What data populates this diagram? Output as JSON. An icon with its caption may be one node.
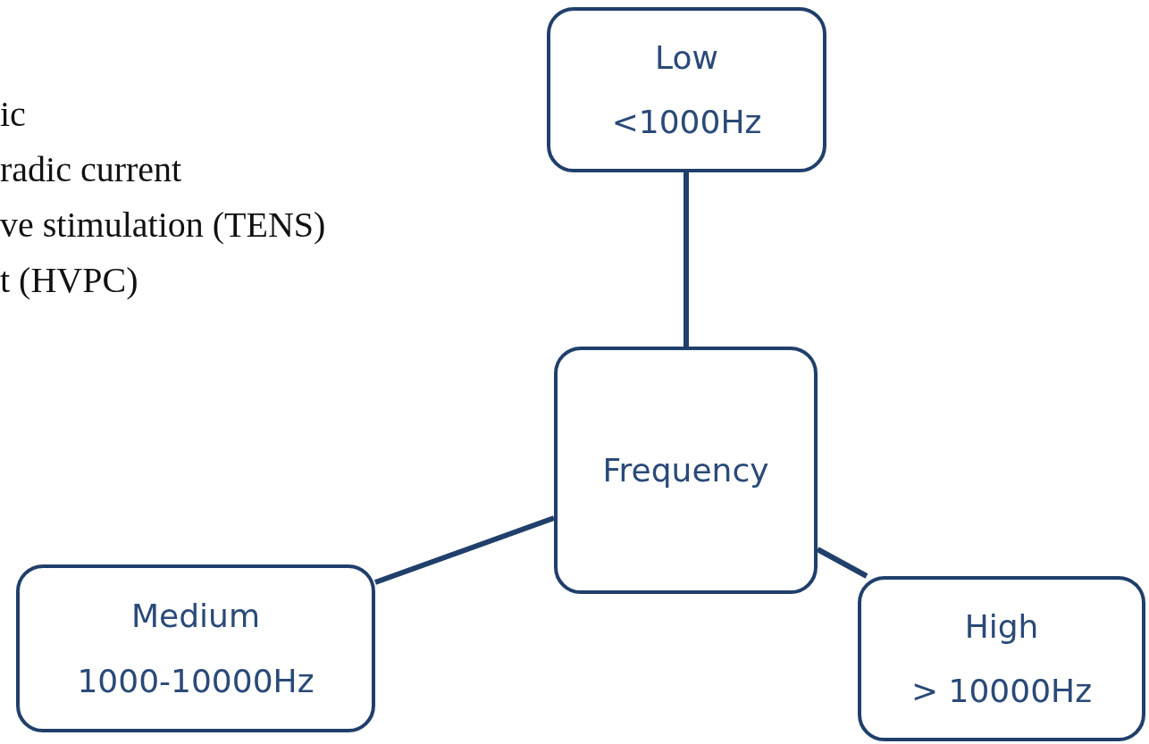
{
  "diagram": {
    "nodes": [
      {
        "text": [
          "Low",
          "<1000Hz"
        ]
      },
      {
        "text": [
          "Frequency"
        ]
      },
      {
        "text": [
          "Medium",
          "1000-10000Hz"
        ]
      },
      {
        "text": [
          "High",
          "> 10000Hz"
        ]
      }
    ],
    "edges": [
      {
        "from": 1,
        "to": 0,
        "arrow": "none"
      },
      {
        "from": 1,
        "to": 2,
        "arrow": "none"
      },
      {
        "from": 1,
        "to": 3,
        "arrow": "none"
      }
    ],
    "labels": [
      "ic",
      "radic current",
      "ve stimulation (TENS)",
      "t (HVPC)"
    ]
  }
}
